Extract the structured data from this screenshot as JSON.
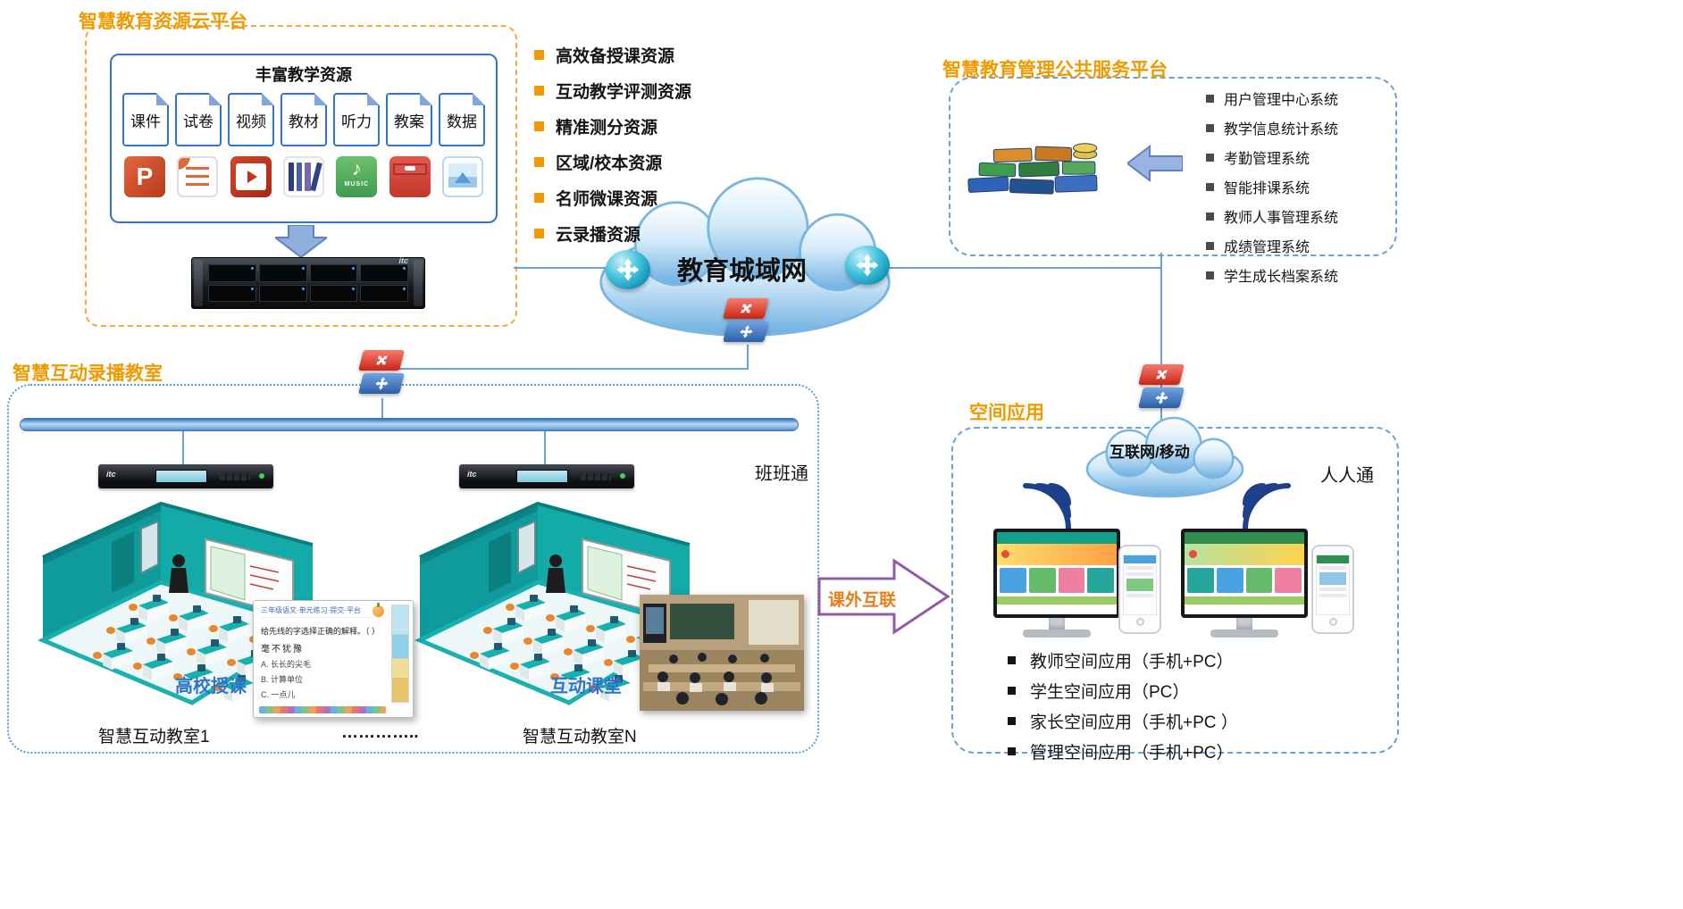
{
  "resource_platform": {
    "title": "智慧教育资源云平台",
    "inner_title": "丰富教学资源",
    "doc_tabs": [
      "课件",
      "试卷",
      "视频",
      "教材",
      "听力",
      "教案",
      "数据"
    ],
    "ppt_glyph": "P",
    "music_note": "♪",
    "music_label": "MUSIC",
    "server_brand": "itc"
  },
  "resource_bullets": [
    "高效备授课资源",
    "互动教学评测资源",
    "精准测分资源",
    "区域/校本资源",
    "名师微课资源",
    "云录播资源"
  ],
  "wan_cloud_label": "教育城域网",
  "management_platform": {
    "title": "智慧教育管理公共服务平台",
    "systems": [
      "用户管理中心系统",
      "教学信息统计系统",
      "考勤管理系统",
      "智能排课系统",
      "教师人事管理系统",
      "成绩管理系统",
      "学生成长档案系统"
    ]
  },
  "classroom_section": {
    "title": "智慧互动录播教室",
    "banbantong": "班班通",
    "recorder_brand": "itc",
    "lecture_label": "高校授课",
    "interactive_label": "互动课堂",
    "room1_label": "智慧互动教室1",
    "dots": "…………..",
    "roomN_label": "智慧互动教室N",
    "whiteboard": {
      "header": "三年级语文·单元练习·提交·平台",
      "question": "给先线的字选择正确的解释。（ ）",
      "word": "毫不犹豫",
      "option_a": "A. 长长的尖毛",
      "option_b": "B. 计算单位",
      "option_c": "C. 一点儿"
    }
  },
  "link_arrow_label": "课外互联",
  "space_section": {
    "title": "空间应用",
    "cloud_label": "互联网/移动",
    "renrentong": "人人通",
    "apps": [
      "教师空间应用（手机+PC）",
      "学生空间应用（PC）",
      "家长空间应用（手机+PC ）",
      "管理空间应用（手机+PC）"
    ]
  },
  "colors": {
    "title_orange": "#f09a00",
    "box_blue": "#5b9bd5",
    "highlight_blue": "#2e75c8",
    "arrow_purple": "#8e5ba6"
  }
}
